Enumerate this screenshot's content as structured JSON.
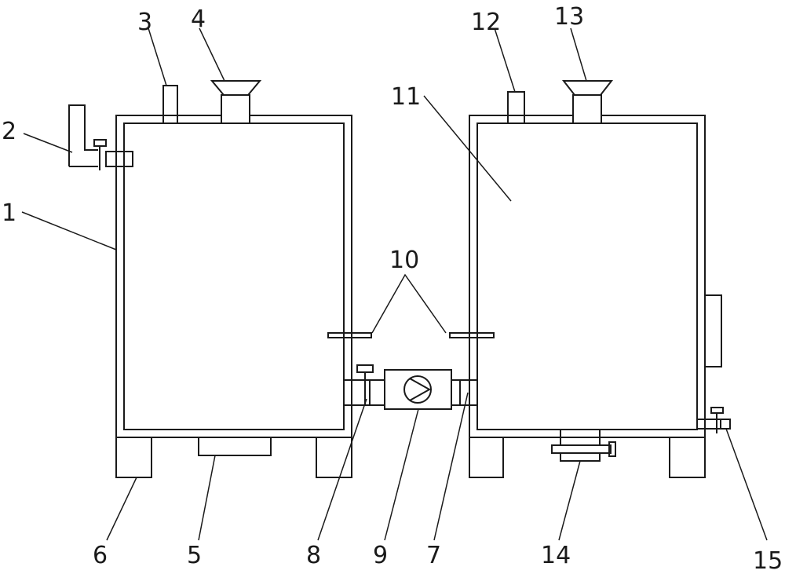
{
  "labels": {
    "l1": "1",
    "l2": "2",
    "l3": "3",
    "l4": "4",
    "l5": "5",
    "l6": "6",
    "l7": "7",
    "l8": "8",
    "l9": "9",
    "l10": "10",
    "l11": "11",
    "l12": "12",
    "l13": "13",
    "l14": "14",
    "l15": "15"
  },
  "colors": {
    "line": "#1a1a1a",
    "background": "#ffffff"
  }
}
